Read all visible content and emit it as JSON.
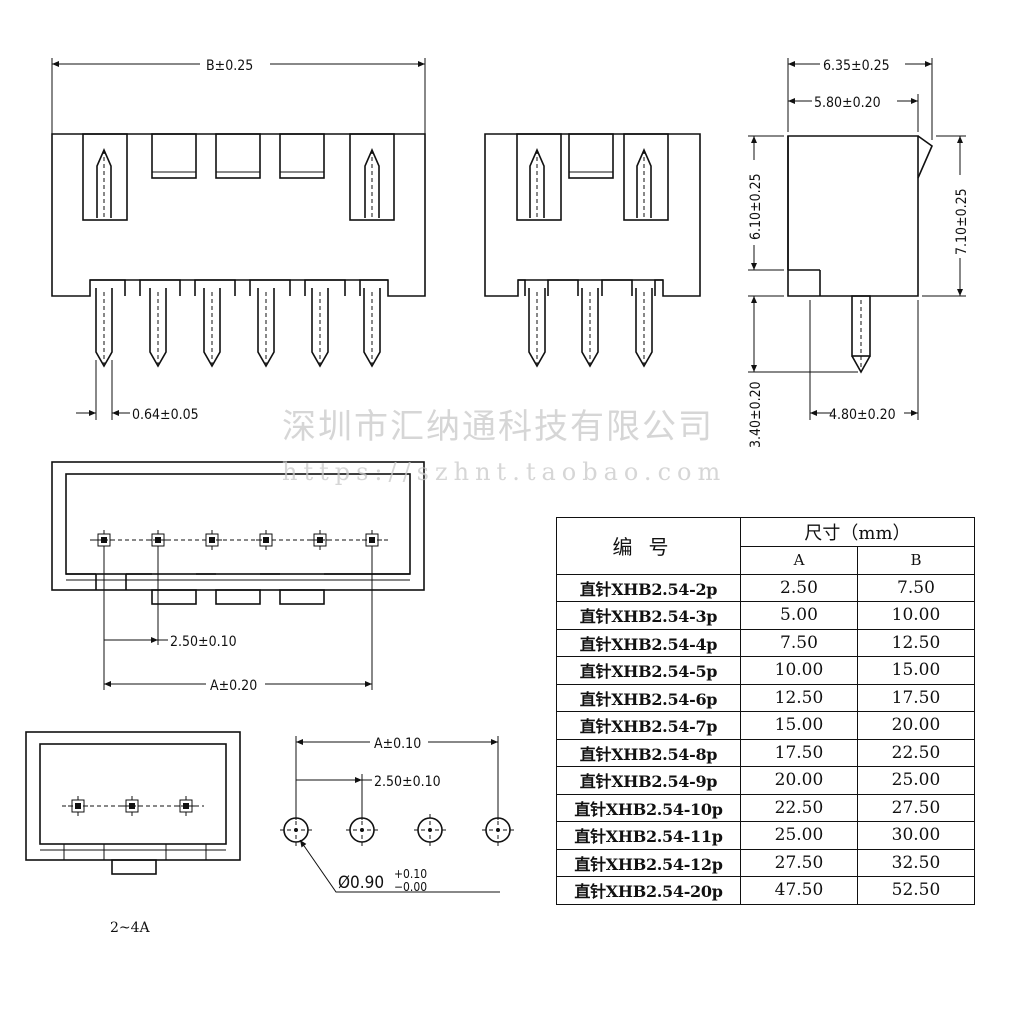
{
  "labels": {
    "front_width": "B±0.25",
    "pin_width": "0.64±0.05",
    "side_depth_outer": "6.35±0.25",
    "side_depth_inner": "5.80±0.20",
    "side_height_inner": "6.10±0.25",
    "side_height_outer": "7.10±0.25",
    "pin_length": "3.40±0.20",
    "pin_offset": "4.80±0.20",
    "top_pitch": "2.50±0.10",
    "top_span": "A±0.20",
    "pcb_span": "A±0.10",
    "pcb_pitch": "2.50±0.10",
    "hole_diameter": "Ø0.90",
    "hole_tol_plus": "+0.10",
    "hole_tol_minus": "−0.00",
    "small_note": "2~4A"
  },
  "watermark": {
    "company": "深圳市汇纳通科技有限公司",
    "url": "https://szhnt.taobao.com"
  },
  "table": {
    "header_code": "编号",
    "header_dims": "尺寸（mm）",
    "col_a": "A",
    "col_b": "B",
    "rows": [
      {
        "model": "直针XHB2.54-2p",
        "a": "2.50",
        "b": "7.50"
      },
      {
        "model": "直针XHB2.54-3p",
        "a": "5.00",
        "b": "10.00"
      },
      {
        "model": "直针XHB2.54-4p",
        "a": "7.50",
        "b": "12.50"
      },
      {
        "model": "直针XHB2.54-5p",
        "a": "10.00",
        "b": "15.00"
      },
      {
        "model": "直针XHB2.54-6p",
        "a": "12.50",
        "b": "17.50"
      },
      {
        "model": "直针XHB2.54-7p",
        "a": "15.00",
        "b": "20.00"
      },
      {
        "model": "直针XHB2.54-8p",
        "a": "17.50",
        "b": "22.50"
      },
      {
        "model": "直针XHB2.54-9p",
        "a": "20.00",
        "b": "25.00"
      },
      {
        "model": "直针XHB2.54-10p",
        "a": "22.50",
        "b": "27.50"
      },
      {
        "model": "直针XHB2.54-11p",
        "a": "25.00",
        "b": "30.00"
      },
      {
        "model": "直针XHB2.54-12p",
        "a": "27.50",
        "b": "32.50"
      },
      {
        "model": "直针XHB2.54-20p",
        "a": "47.50",
        "b": "52.50"
      }
    ]
  }
}
